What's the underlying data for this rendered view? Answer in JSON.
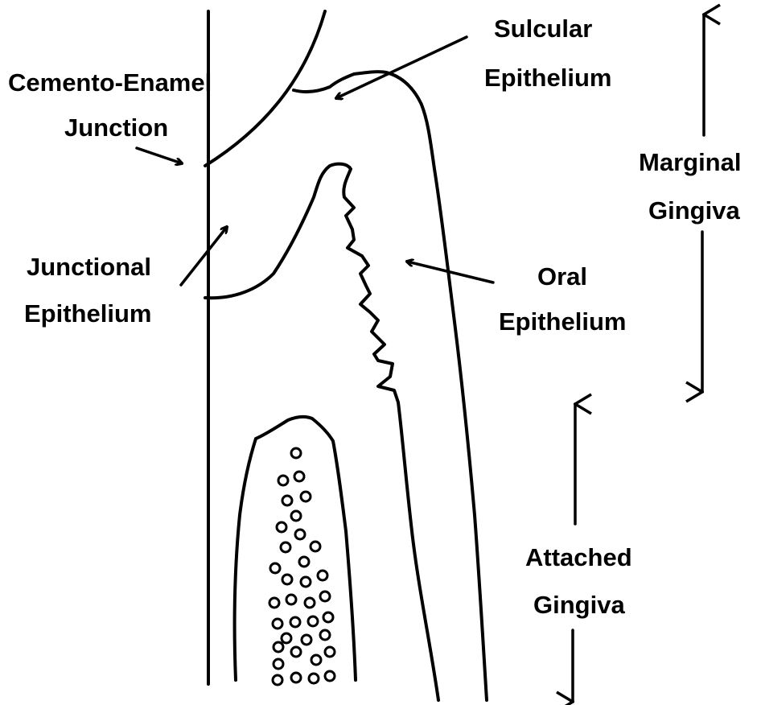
{
  "labels": {
    "cej_line1": "Cemento-Enamel",
    "cej_line2": "Junction",
    "sulcular_line1": "Sulcular",
    "sulcular_line2": "Epithelium",
    "marginal_line1": "Marginal",
    "marginal_line2": "Gingiva",
    "junctional_line1": "Junctional",
    "junctional_line2": "Epithelium",
    "oral_line1": "Oral",
    "oral_line2": "Epithelium",
    "attached_line1": "Attached",
    "attached_line2": "Gingiva"
  },
  "colors": {
    "ink": "#000000",
    "background": "#ffffff"
  }
}
